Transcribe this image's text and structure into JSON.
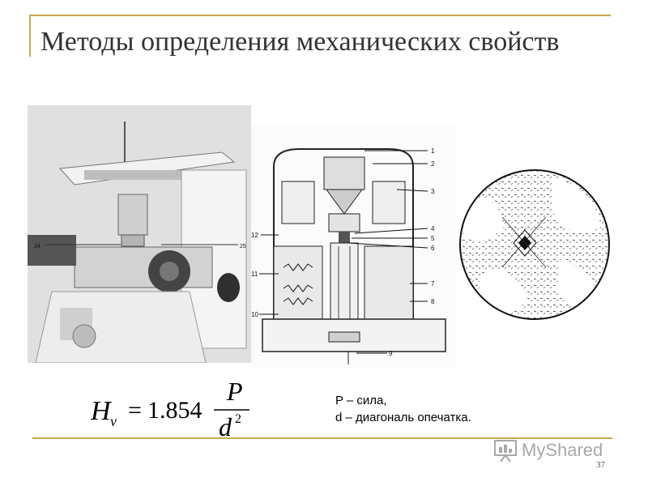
{
  "slide": {
    "title": "Методы определения механических свойств",
    "page_number": "37"
  },
  "figures": {
    "schematic_callouts": [
      "1",
      "2",
      "3",
      "4",
      "5",
      "6",
      "7",
      "8",
      "9",
      "10",
      "11",
      "12"
    ],
    "photo_callouts": [
      "24",
      "25"
    ]
  },
  "formula": {
    "lhs": "H",
    "lhs_sub": "v",
    "equals": "=",
    "coefficient": "1.854",
    "numerator": "P",
    "denominator": "d",
    "denominator_exp": "2"
  },
  "legend": {
    "line1": "P – сила,",
    "line2": "d – диагональ опечатка."
  },
  "watermark": {
    "text": "MyShared"
  },
  "colors": {
    "accent_rule": "#c8a951",
    "title_text": "#333333"
  }
}
